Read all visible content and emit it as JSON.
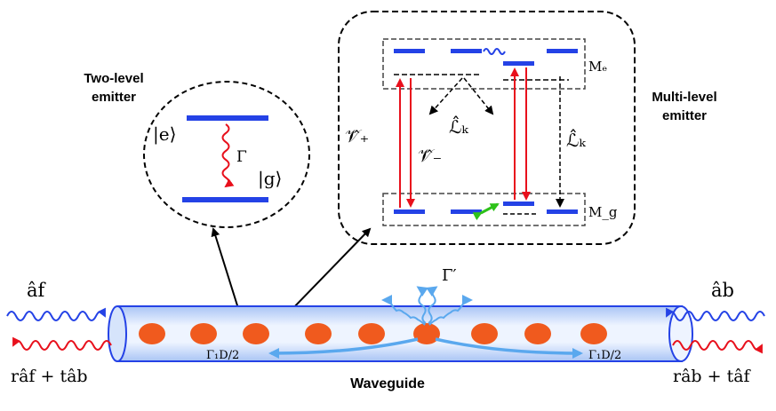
{
  "labels": {
    "two_level_line1": "Two-level",
    "two_level_line2": "emitter",
    "multi_level_line1": "Multi-level",
    "multi_level_line2": "emitter",
    "waveguide": "Waveguide",
    "ket_e": "|e⟩",
    "ket_g": "|g⟩",
    "gamma": "Γ",
    "gamma_prime": "Γ′",
    "v_plus": "𝒱̂₊",
    "v_minus": "𝒱̂₋",
    "l_k_center": "ℒ̂ₖ",
    "l_k_right": "ℒ̂ₖ",
    "m_e": "Mₑ",
    "m_g": "M_g",
    "gamma_1d_left": "Γ₁D/2",
    "gamma_1d_right": "Γ₁D/2",
    "a_f": "âf",
    "a_b": "âb",
    "out_left": "râf + tâb",
    "out_right": "râb + tâf"
  },
  "colors": {
    "level_blue": "#2442e6",
    "photon_red": "#e8101c",
    "photon_blue": "#2442e6",
    "emission_blue": "#5aa8ee",
    "atom_orange": "#f05a1e",
    "green_arrow": "#2ec21a",
    "waveguide_fill_light": "#e6f0ff",
    "waveguide_fill_dark": "#a9c4f5"
  },
  "icons": {
    "atom": "orange-atom-dot",
    "photon": "wavy-photon-arrow"
  }
}
